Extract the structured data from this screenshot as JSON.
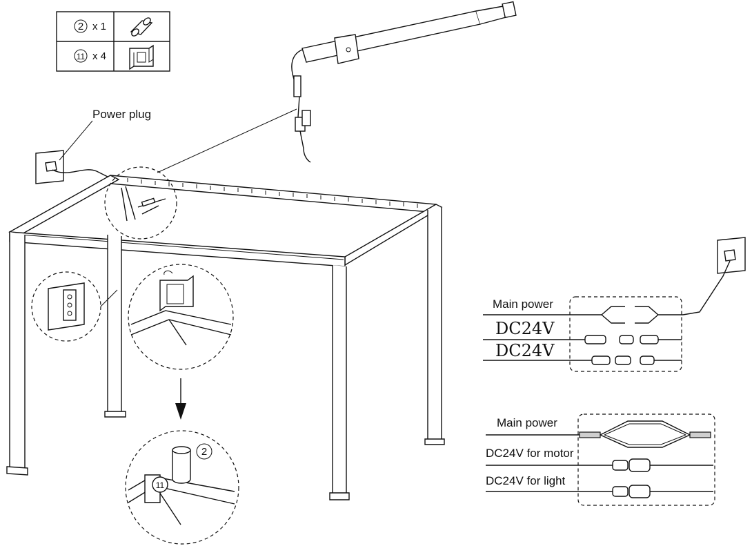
{
  "parts_table": {
    "rows": [
      {
        "part_number": "2",
        "quantity": "x 1",
        "icon": "cylinder-cap-icon"
      },
      {
        "part_number": "11",
        "quantity": "x 4",
        "icon": "u-bracket-icon"
      }
    ]
  },
  "labels": {
    "power_plug": "Power plug",
    "detail_part_2": "2",
    "detail_part_11": "11"
  },
  "wiring_diagram_1": {
    "main_power": "Main power",
    "dc1": "DC24V",
    "dc2": "DC24V"
  },
  "wiring_diagram_2": {
    "main_power": "Main power",
    "dc_motor": "DC24V for motor",
    "dc_light": "DC24V for light"
  }
}
